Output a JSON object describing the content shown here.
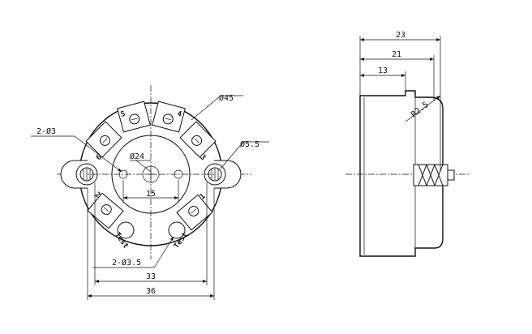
{
  "front_view": {
    "dim_holes_small": "2-Ø3",
    "dim_outer_dia": "Ø45",
    "dim_mount_hole": "Ø5.5",
    "dim_center_dia": "Ø24",
    "dim_center_spacing": "15",
    "dim_test_holes": "2-Ø3.5",
    "dim_width_inner": "33",
    "dim_width_outer": "36",
    "terminal_labels": [
      "5",
      "4",
      "6",
      "3",
      "2",
      "1"
    ],
    "test_label": "Test"
  },
  "side_view": {
    "dim_total": "23",
    "dim_body": "21",
    "dim_step": "13",
    "dim_radius": "R2.5"
  }
}
